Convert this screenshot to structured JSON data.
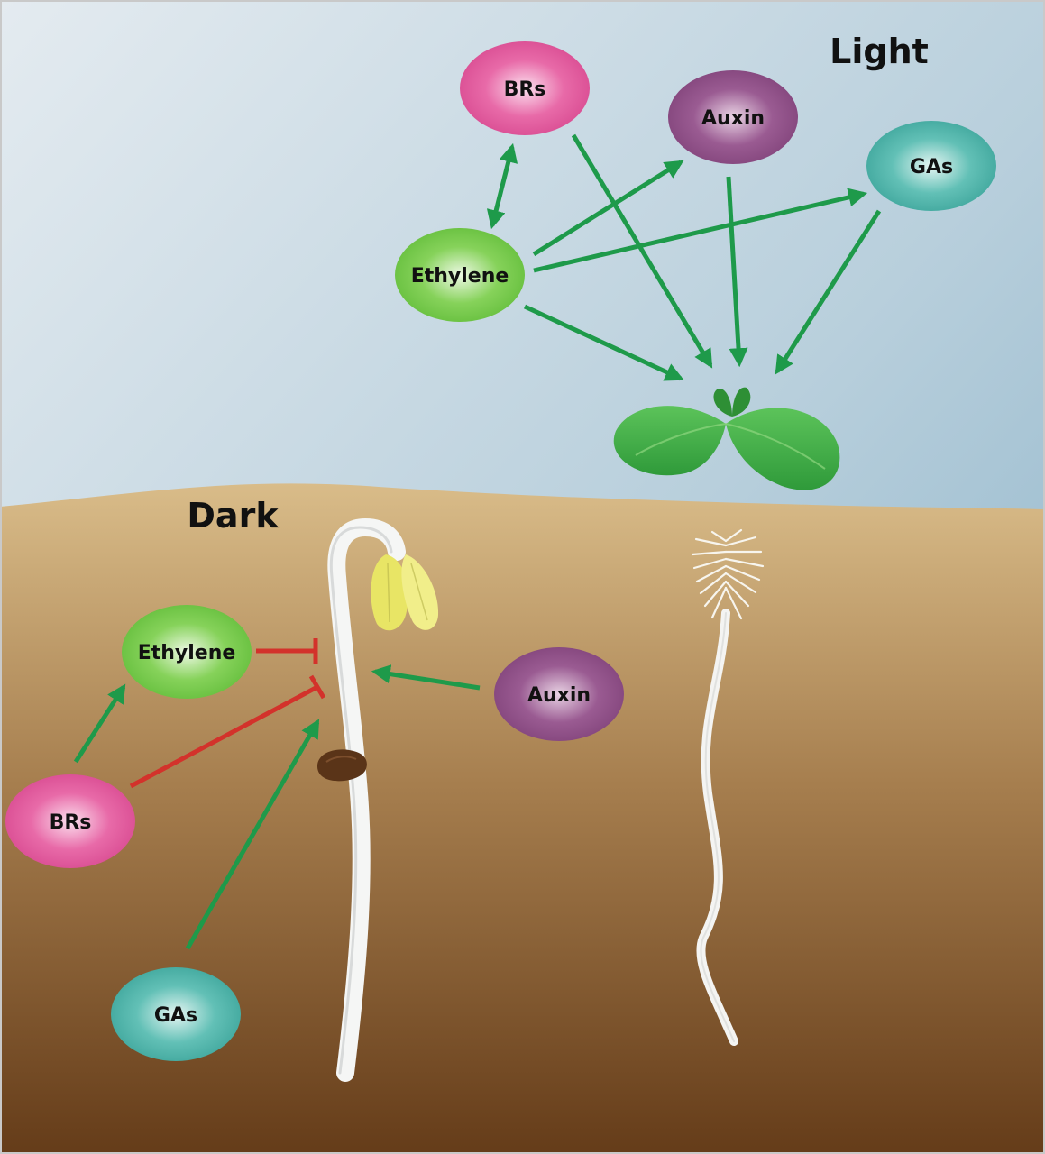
{
  "light": {
    "title": "Light",
    "nodes": {
      "brs": "BRs",
      "auxin": "Auxin",
      "gas": "GAs",
      "ethylene": "Ethylene"
    }
  },
  "dark": {
    "title": "Dark",
    "nodes": {
      "ethylene": "Ethylene",
      "auxin": "Auxin",
      "brs": "BRs",
      "gas": "GAs"
    }
  },
  "colors": {
    "promote_arrow": "#1e9a4a",
    "inhibit_arrow": "#d3322b",
    "brs": "#e0609f",
    "auxin": "#8e4d86",
    "gas": "#4fb5ab",
    "ethylene": "#7ccd4d",
    "sky_top": "#dde6ec",
    "sky_bottom": "#8fb5c9",
    "soil_top": "#d7b987",
    "soil_bottom": "#6a3f1a",
    "cotyledon_light": "#46b948",
    "cotyledon_dark": "#e8e46a",
    "seed": "#5a3418"
  },
  "icons": {
    "light_seedling": "seedling-light-icon",
    "dark_seedling": "seedling-dark-icon",
    "seed": "seed-icon"
  }
}
